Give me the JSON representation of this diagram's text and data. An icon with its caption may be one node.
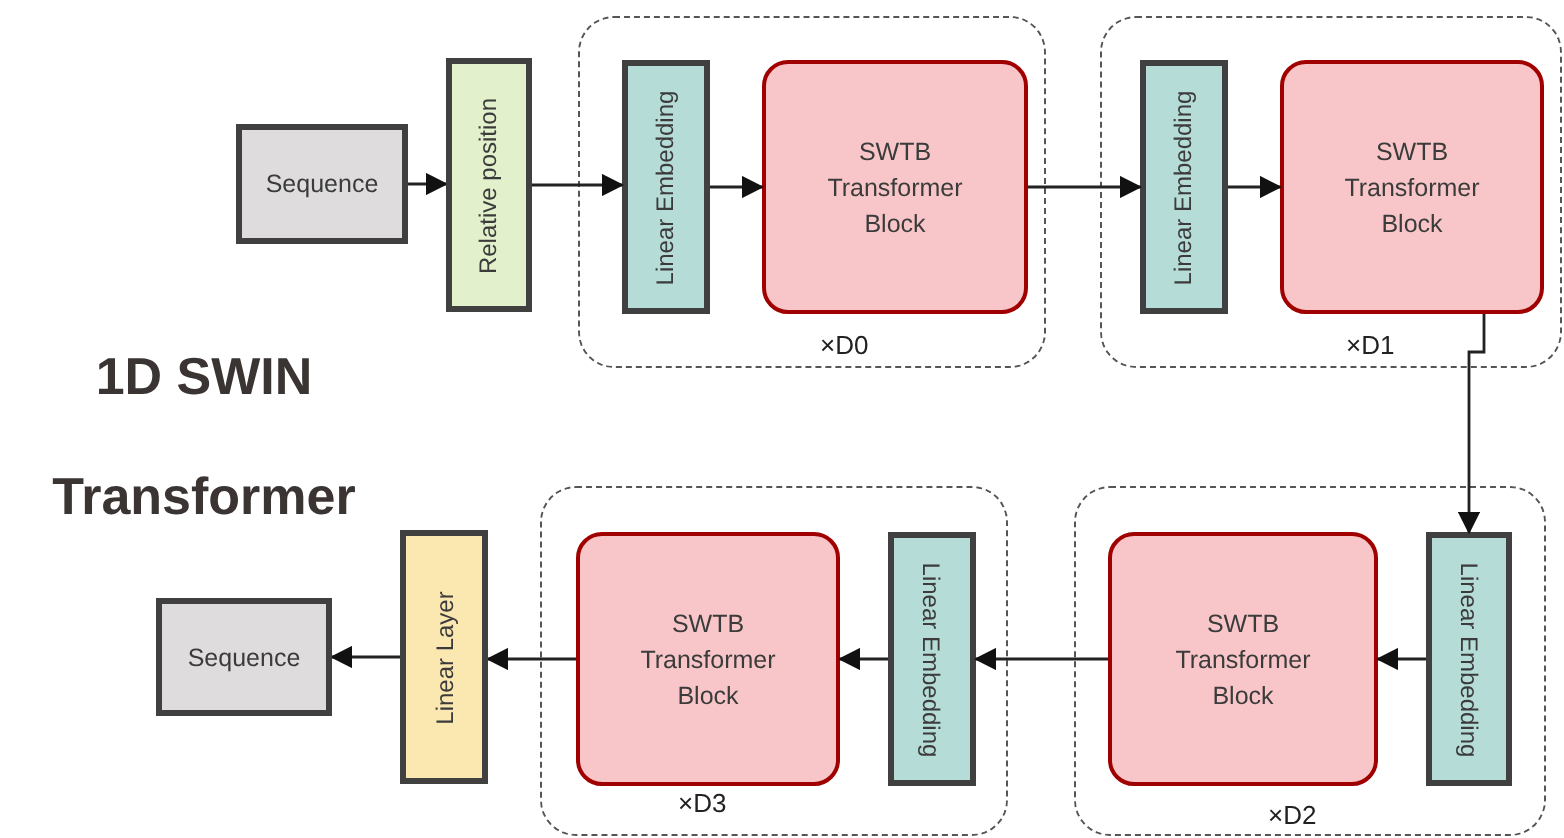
{
  "diagram": {
    "title": "1D SWIN Transformer",
    "nodes": [
      {
        "text": [
          "Sequence"
        ]
      },
      {
        "text": [
          "Relative position"
        ]
      },
      {
        "text": [],
        "shape": "box",
        "beside": [
          "×D0"
        ]
      },
      {
        "text": [
          "Linear Embedding"
        ],
        "in": 2
      },
      {
        "text": [
          "SWTB Transformer Block"
        ],
        "in": 2
      },
      {
        "text": [],
        "shape": "box",
        "beside": [
          "×D1"
        ]
      },
      {
        "text": [
          "Linear Embedding"
        ],
        "in": 5
      },
      {
        "text": [
          "SWTB Transformer Block"
        ],
        "in": 5
      },
      {
        "text": [],
        "shape": "box",
        "beside": [
          "×D2"
        ]
      },
      {
        "text": [
          "Linear Embedding"
        ],
        "in": 8
      },
      {
        "text": [
          "SWTB Transformer Block"
        ],
        "in": 8
      },
      {
        "text": [],
        "shape": "box",
        "beside": [
          "×D3"
        ]
      },
      {
        "text": [
          "Linear Embedding"
        ],
        "in": 11
      },
      {
        "text": [
          "SWTB Transformer Block"
        ],
        "in": 11
      },
      {
        "text": [
          "Linear Layer"
        ]
      },
      {
        "text": [
          "Sequence"
        ]
      }
    ],
    "edges": [
      {
        "from": 0,
        "to": 1,
        "arrow": "to"
      },
      {
        "from": 1,
        "to": 3,
        "arrow": "to"
      },
      {
        "from": 3,
        "to": 4,
        "arrow": "to"
      },
      {
        "from": 4,
        "to": 6,
        "arrow": "to"
      },
      {
        "from": 6,
        "to": 7,
        "arrow": "to"
      },
      {
        "from": 7,
        "to": 9,
        "arrow": "to"
      },
      {
        "from": 9,
        "to": 10,
        "arrow": "to"
      },
      {
        "from": 10,
        "to": 12,
        "arrow": "to"
      },
      {
        "from": 12,
        "to": 13,
        "arrow": "to"
      },
      {
        "from": 13,
        "to": 14,
        "arrow": "to"
      },
      {
        "from": 14,
        "to": 15,
        "arrow": "to"
      }
    ]
  }
}
